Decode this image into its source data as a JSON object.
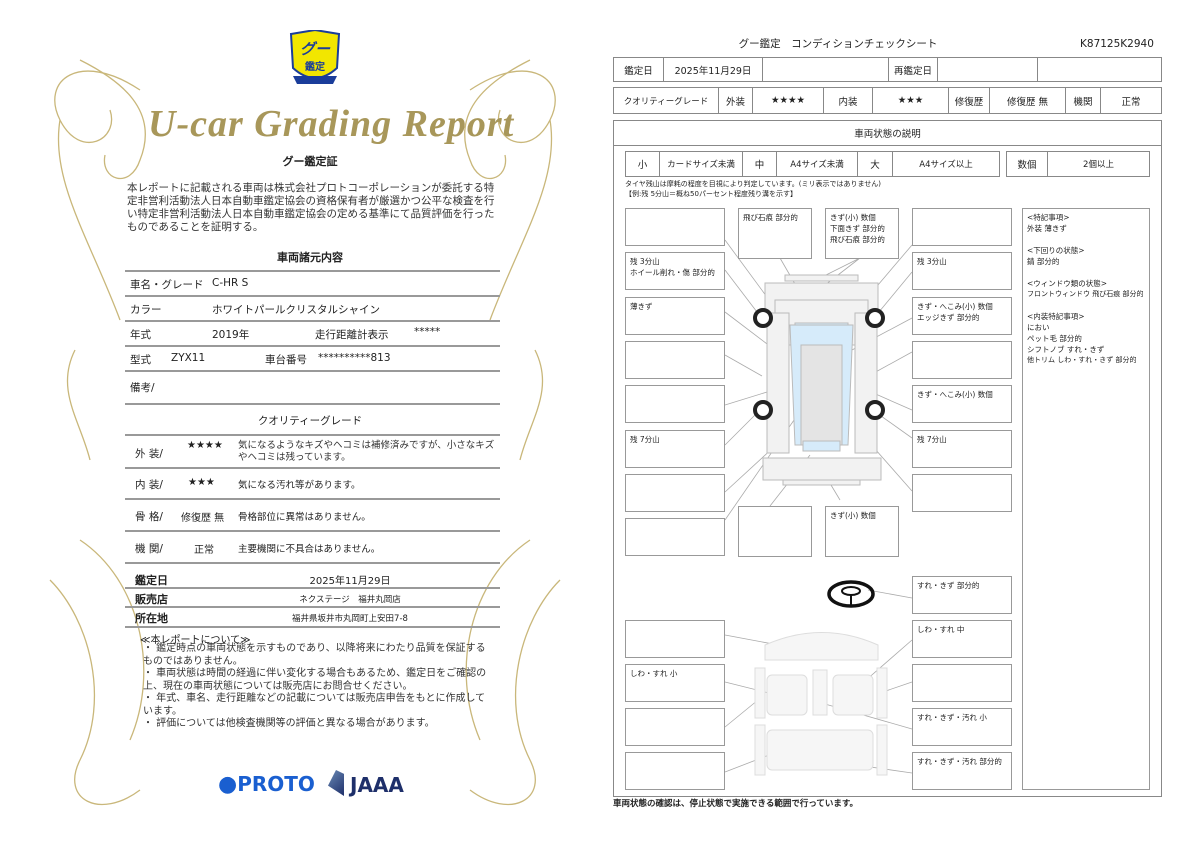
{
  "left": {
    "logo_text": "グー鑑定",
    "title_script": "U-car Grading Report",
    "cert_title": "グー鑑定証",
    "cert_text": "本レポートに記載される車両は株式会社プロトコーポレーションが委託する特定非営利活動法人日本自動車鑑定協会の資格保有者が厳選かつ公平な検査を行い特定非営利活動法人日本自動車鑑定協会の定める基準にて品質評価を行ったものであることを証明する。",
    "spec_title": "車両諸元内容",
    "specs": {
      "name_label": "車名・グレード",
      "name": "C-HR S",
      "color_label": "カラー",
      "color": "ホワイトパールクリスタルシャイン",
      "year_label": "年式",
      "year": "2019年",
      "odo_label": "走行距離計表示",
      "odo": "*****",
      "model_label": "型式",
      "model": "ZYX11",
      "chassis_label": "車台番号",
      "chassis": "**********813",
      "remarks_label": "備考/"
    },
    "grade_title": "クオリティーグレード",
    "grades": [
      {
        "label": "外 装/",
        "value": "★★★★",
        "desc": "気になるようなキズやヘコミは補修済みですが、小さなキズやヘコミは残っています。"
      },
      {
        "label": "内 装/",
        "value": "★★★",
        "desc": "気になる汚れ等があります。"
      },
      {
        "label": "骨 格/",
        "value": "修復歴 無",
        "desc": "骨格部位に異常はありません。"
      },
      {
        "label": "機 関/",
        "value": "正常",
        "desc": "主要機関に不具合はありません。"
      }
    ],
    "info": [
      {
        "label": "鑑定日",
        "value": "2025年11月29日"
      },
      {
        "label": "販売店",
        "value": "ネクステージ　福井丸岡店"
      },
      {
        "label": "所在地",
        "value": "福井県坂井市丸岡町上安田7-8"
      }
    ],
    "notes_title": "≪本レポートについて≫",
    "notes": [
      "・ 鑑定時点の車両状態を示すものであり、以降将来にわたり品質を保証するものではありません。",
      "・ 車両状態は時間の経過に伴い変化する場合もあるため、鑑定日をご確認の上、現在の車両状態については販売店にお問合せください。",
      "・ 年式、車名、走行距離などの記載については販売店申告をもとに作成しています。",
      "・ 評価については他検査機関等の評価と異なる場合があります。"
    ],
    "logo_proto": "PROTO",
    "logo_jaaa": "JAAA"
  },
  "right": {
    "title": "グー鑑定　コンディションチェックシート",
    "sheet_id": "K87125K2940",
    "row1": {
      "date_label": "鑑定日",
      "date": "2025年11月29日",
      "redate_label": "再鑑定日"
    },
    "row2": {
      "grade_label": "クオリティーグレード",
      "ext_label": "外装",
      "ext": "★★★★",
      "int_label": "内装",
      "int": "★★★",
      "repair_label": "修復歴",
      "repair": "修復歴 無",
      "engine_label": "機関",
      "engine": "正常"
    },
    "section_title": "車両状態の説明",
    "sizes": [
      "小",
      "カードサイズ未満",
      "中",
      "A4サイズ未満",
      "大",
      "A4サイズ以上"
    ],
    "count": [
      "数個",
      "2個以上"
    ],
    "tire_note1": "タイヤ残山は摩耗の程度を目視により判定しています。(ミリ表示ではありません)",
    "tire_note2": "【例:残 5分山＝概ね50パーセント程度残り溝を示す】",
    "boxes": {
      "top_mid_left": "飛び石痕 部分的",
      "top_mid_right": "きず(小) 数個\n下面きず 部分的\n飛び石痕 部分的",
      "l2": "残 3分山\nホイール削れ・傷 部分的",
      "l3": "薄きず",
      "l6": "残 7分山",
      "r2": "残 3分山",
      "r3": "きず・へこみ(小) 数個\nエッジきず 部分的",
      "r5": "きず・へこみ(小) 数個",
      "r6": "残 7分山",
      "bot_mid_right": "きず(小) 数個",
      "steering": "すれ・きず 部分的",
      "int_r1": "しわ・すれ 中",
      "int_l2": "しわ・すれ 小",
      "int_r3": "すれ・きず・汚れ 小",
      "int_r4": "すれ・きず・汚れ 部分的"
    },
    "notes": [
      "<特記事項>",
      "外装 薄きず",
      "",
      "<下回りの状態>",
      "錆 部分的",
      "",
      "<ウィンドウ類の状態>",
      "フロントウィンドウ 飛び石痕 部分的",
      "",
      "<内装特記事項>",
      "におい",
      "ペット毛 部分的",
      "シフトノブ すれ・きず",
      "他トリム しわ・すれ・きず 部分的"
    ],
    "footer": "車両状態の確認は、停止状態で実施できる範囲で行っています。"
  },
  "colors": {
    "gold": "#a8975a",
    "logo_yellow": "#f2e600",
    "logo_blue": "#1a3d9a",
    "glass": "#d6ebfa"
  }
}
